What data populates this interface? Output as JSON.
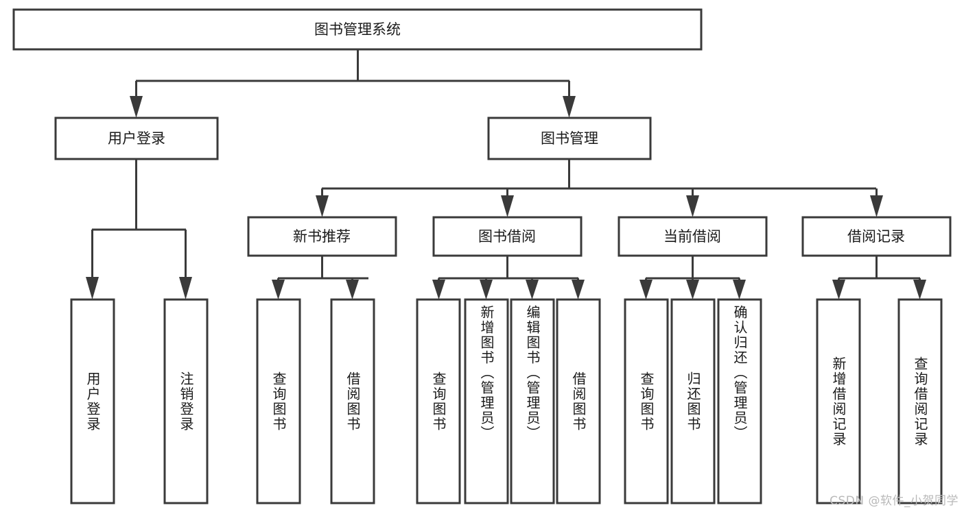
{
  "diagram": {
    "type": "tree-hierarchy",
    "title": "图书管理系统",
    "watermark": "CSDN @软件_小贺同学",
    "colors": {
      "stroke": "#3a3a3a",
      "fill": "#ffffff",
      "text": "#1a1a1a",
      "watermark": "#b9b9b9"
    },
    "levels": {
      "root": {
        "label": "图书管理系统"
      },
      "level2": [
        {
          "label": "用户登录"
        },
        {
          "label": "图书管理"
        }
      ],
      "level3": [
        {
          "label": "新书推荐"
        },
        {
          "label": "图书借阅"
        },
        {
          "label": "当前借阅"
        },
        {
          "label": "借阅记录"
        }
      ]
    },
    "leaves": {
      "user_login": [
        {
          "label": "用户登录"
        },
        {
          "label": "注销登录"
        }
      ],
      "new_book_recommend": [
        {
          "label": "查询图书"
        },
        {
          "label": "借阅图书"
        }
      ],
      "book_borrow": [
        {
          "label": "查询图书"
        },
        {
          "label": "新增图书（管理员）"
        },
        {
          "label": "编辑图书（管理员）"
        },
        {
          "label": "借阅图书"
        }
      ],
      "current_borrow": [
        {
          "label": "查询图书"
        },
        {
          "label": "归还图书"
        },
        {
          "label": "确认归还（管理员）"
        }
      ],
      "borrow_record": [
        {
          "label": "新增借阅记录"
        },
        {
          "label": "查询借阅记录"
        }
      ]
    }
  }
}
